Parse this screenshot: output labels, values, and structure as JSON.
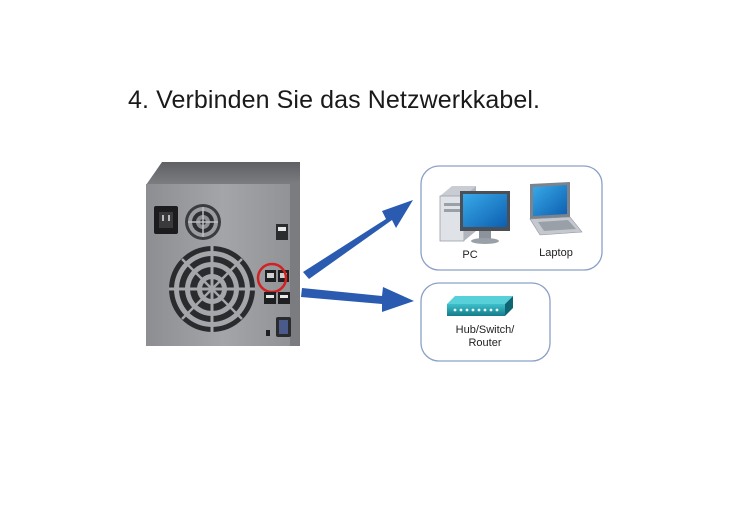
{
  "instruction": "4. Verbinden Sie das Netzwerkkabel.",
  "devices": {
    "pc": "PC",
    "laptop": "Laptop",
    "network_line1": "Hub/Switch/",
    "network_line2": "Router"
  },
  "colors": {
    "arrow": "#2a5bb0",
    "highlight": "#d42020",
    "panel_border": "#8aa0c8",
    "hub": "#1f9aa8"
  }
}
